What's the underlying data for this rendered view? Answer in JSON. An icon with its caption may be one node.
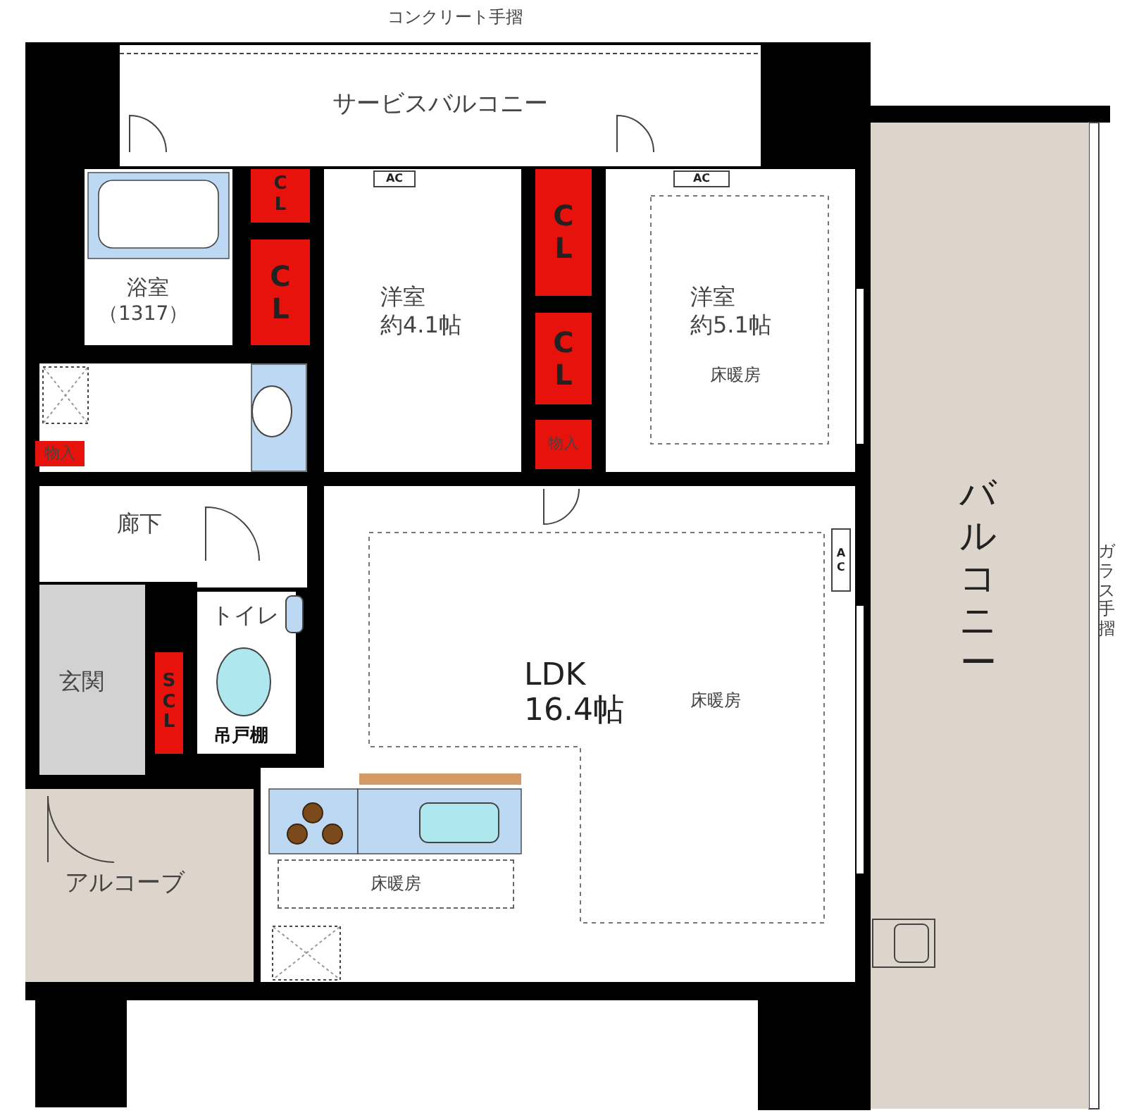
{
  "diagram": {
    "nodes": [
      {
        "text": [
          "サービスバルコニー"
        ],
        "beside": [
          "コンクリート手摺"
        ]
      },
      {
        "text": [
          "CL"
        ]
      },
      {
        "text": [
          "AC"
        ],
        "in": 7
      },
      {
        "text": [
          "CL"
        ]
      },
      {
        "text": [
          "AC"
        ],
        "in": 8
      },
      {
        "text": [
          "浴室",
          "（1317）"
        ]
      },
      {
        "text": [
          "CL"
        ]
      },
      {
        "text": [
          "洋室",
          "約4.1帖"
        ]
      },
      {
        "text": [
          "洋室",
          "約5.1帖",
          "床暖房"
        ]
      },
      {
        "text": [
          "CL"
        ]
      },
      {
        "text": [
          "物入"
        ]
      },
      {
        "text": [
          "物入"
        ]
      },
      {
        "text": [
          "廊下"
        ]
      },
      {
        "text": [
          "AC"
        ],
        "in": 18
      },
      {
        "text": [
          "バルコニー"
        ],
        "beside": [
          "ガラス手摺"
        ]
      },
      {
        "text": [
          "トイレ"
        ]
      },
      {
        "text": [
          "玄関"
        ]
      },
      {
        "text": [
          "SCL"
        ]
      },
      {
        "text": [
          "LDK 16.4帖",
          "床暖房"
        ]
      },
      {
        "text": [
          "吊戸棚"
        ],
        "in": 15
      },
      {
        "text": [
          "床暖房"
        ]
      },
      {
        "text": [
          "アルコーブ"
        ]
      }
    ]
  }
}
